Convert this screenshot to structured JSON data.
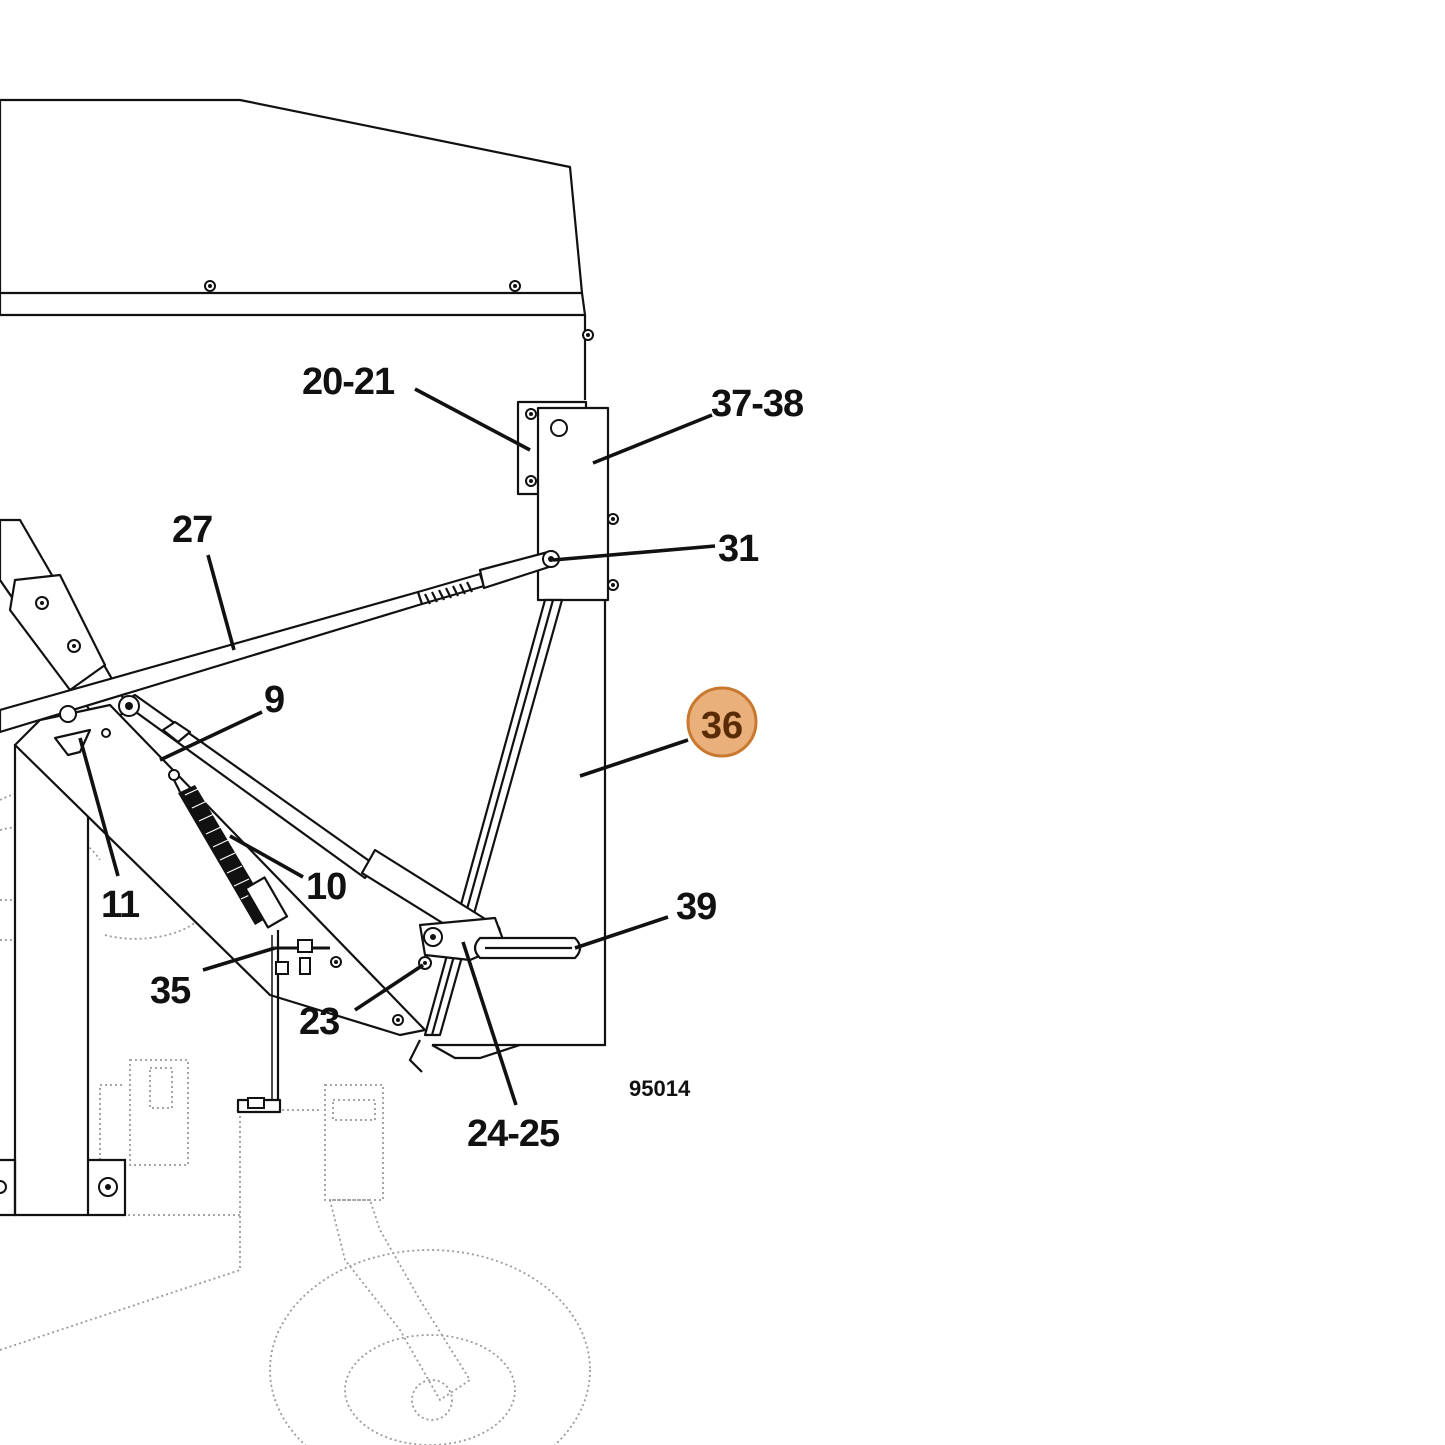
{
  "diagram": {
    "drawing_number": "95014",
    "highlight_color": "#e9b07c",
    "highlight_stroke": "#c9782f",
    "callouts": [
      {
        "id": "20-21",
        "label": "20-21",
        "highlighted": false
      },
      {
        "id": "37-38",
        "label": "37-38",
        "highlighted": false
      },
      {
        "id": "27",
        "label": "27",
        "highlighted": false
      },
      {
        "id": "31",
        "label": "31",
        "highlighted": false
      },
      {
        "id": "9",
        "label": "9",
        "highlighted": false
      },
      {
        "id": "36",
        "label": "36",
        "highlighted": true
      },
      {
        "id": "10",
        "label": "10",
        "highlighted": false
      },
      {
        "id": "11",
        "label": "11",
        "highlighted": false
      },
      {
        "id": "39",
        "label": "39",
        "highlighted": false
      },
      {
        "id": "35",
        "label": "35",
        "highlighted": false
      },
      {
        "id": "23",
        "label": "23",
        "highlighted": false
      },
      {
        "id": "24-25",
        "label": "24-25",
        "highlighted": false
      }
    ]
  }
}
